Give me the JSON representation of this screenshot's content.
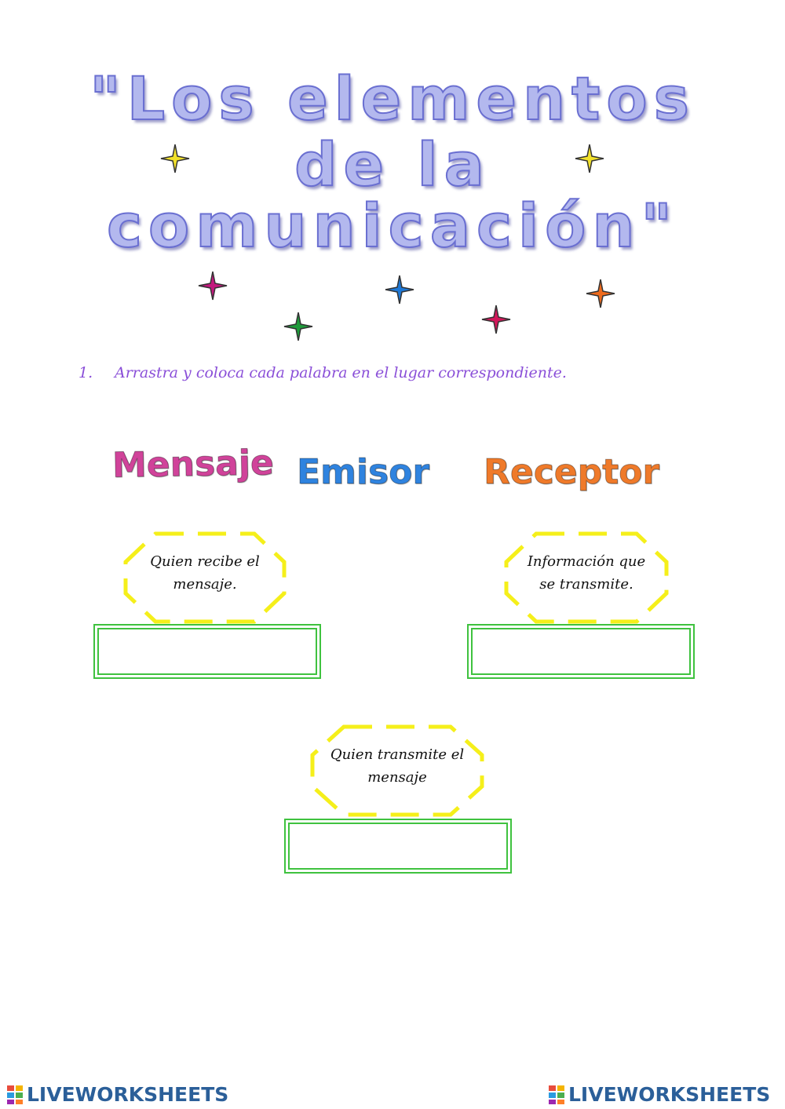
{
  "title": {
    "line1": "\"Los elementos",
    "line2": "de la",
    "line3": "comunicación\""
  },
  "stars": [
    {
      "name": "star-yellow-left",
      "color": "#f2e12a"
    },
    {
      "name": "star-yellow-right",
      "color": "#f2e12a"
    },
    {
      "name": "star-magenta",
      "color": "#c2187d"
    },
    {
      "name": "star-blue",
      "color": "#1e78d6"
    },
    {
      "name": "star-orange",
      "color": "#ee6a1c"
    },
    {
      "name": "star-green",
      "color": "#1e9a3a"
    },
    {
      "name": "star-crimson",
      "color": "#d1185a"
    }
  ],
  "instruction": {
    "number": "1.",
    "text": "Arrastra y coloca cada palabra en el lugar correspondiente."
  },
  "words": {
    "mensaje": "Mensaje",
    "emisor": "Emisor",
    "receptor": "Receptor"
  },
  "definitions": {
    "receptor_def_line1": "Quien recibe el",
    "receptor_def_line2": "mensaje.",
    "mensaje_def_line1": "Información que",
    "mensaje_def_line2": "se transmite.",
    "emisor_def_line1": "Quien transmite el",
    "emisor_def_line2": "mensaje"
  },
  "footer": {
    "brand": "LIVEWORKSHEETS"
  },
  "colors": {
    "title_fill": "#b3b8ee",
    "title_stroke": "#6a6fd1",
    "instruction": "#8a4fd8",
    "bubble_border": "#f5ef1a",
    "dropbox_border": "#3fc23f",
    "brand": "#2b5f99"
  }
}
